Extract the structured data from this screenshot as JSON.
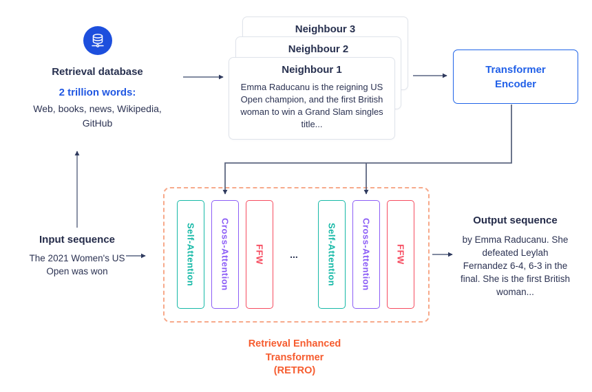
{
  "diagram": {
    "database": {
      "title": "Retrieval database",
      "highlight": "2 trillion words:",
      "lines": [
        "Web, books, news, Wikipedia,",
        "GitHub"
      ]
    },
    "neighbours": {
      "card3_title": "Neighbour 3",
      "card2_title": "Neighbour 2",
      "card1_title": "Neighbour 1",
      "card1_lines": [
        "Emma Raducanu is the reigning US",
        "Open champion, and the first British",
        "woman to win a Grand Slam singles",
        "title..."
      ]
    },
    "encoder": {
      "line1": "Transformer",
      "line2": "Encoder"
    },
    "retro": {
      "blocks": [
        {
          "label": "Self-Attention",
          "color": "teal"
        },
        {
          "label": "Cross-Attention",
          "color": "purple"
        },
        {
          "label": "FFW",
          "color": "red"
        },
        {
          "label": "Self-Attention",
          "color": "teal"
        },
        {
          "label": "Cross-Attention",
          "color": "purple"
        },
        {
          "label": "FFW",
          "color": "red"
        }
      ],
      "ellipsis": "...",
      "caption_lines": [
        "Retrieval Enhanced",
        "Transformer",
        "(RETRO)"
      ]
    },
    "input": {
      "title": "Input sequence",
      "lines": [
        "The 2021 Women's US",
        "Open was won"
      ]
    },
    "output": {
      "title": "Output sequence",
      "lines": [
        "by Emma Raducanu. She",
        "defeated Leylah",
        "Fernandez 6-4, 6-3 in the",
        "final. She is the first British",
        "woman..."
      ]
    }
  },
  "colors": {
    "navy_text": "#27304f",
    "blue_accent": "#2057e2",
    "icon_circle_blue": "#1d4fdd",
    "encoder_border_blue": "#1d63e8",
    "teal": "#14b8a6",
    "purple": "#8b5cf6",
    "red": "#f64a5e",
    "caption_orange": "#f65c2f",
    "dashed_orange": "#f7a98a",
    "connector_gray": "#6f7992",
    "arrowhead_navy": "#2f3a5e"
  }
}
